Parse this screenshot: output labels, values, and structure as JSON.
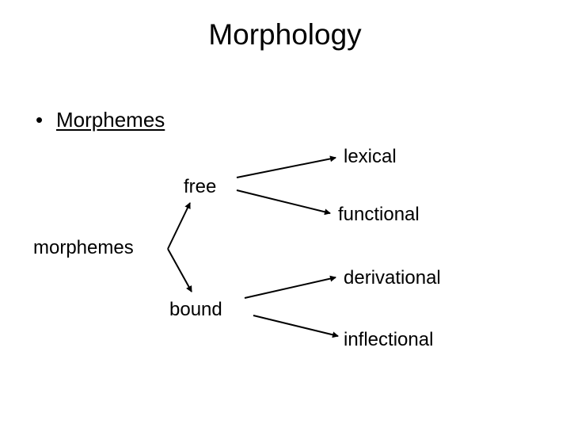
{
  "title": "Morphology",
  "bullet": {
    "symbol": "•",
    "text": "Morphemes"
  },
  "nodes": {
    "root": "morphemes",
    "free": "free",
    "bound": "bound",
    "lexical": "lexical",
    "functional": "functional",
    "derivational": "derivational",
    "inflectional": "inflectional"
  },
  "colors": {
    "text": "#000000",
    "background": "#ffffff"
  }
}
